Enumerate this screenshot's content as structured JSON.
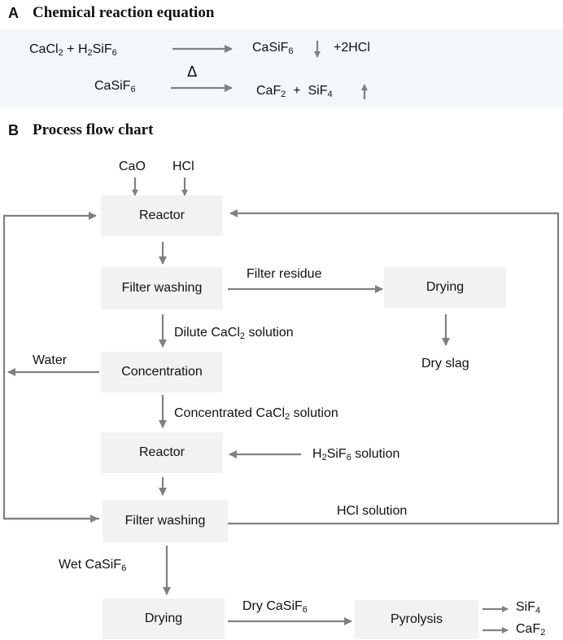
{
  "panel_a": {
    "letter": "A",
    "title": "Chemical reaction equation",
    "eq1": {
      "r1": "CaCl",
      "r1_sub": "2",
      "plus": "+",
      "r2a": "H",
      "r2a_sub": "2",
      "r2b": "SiF",
      "r2b_sub": "6",
      "p1": "CaSiF",
      "p1_sub": "6",
      "p2": "+2HCl"
    },
    "eq2": {
      "r1": "CaSiF",
      "r1_sub": "6",
      "condition": "Δ",
      "p1": "CaF",
      "p1_sub": "2",
      "plus": "+",
      "p2": "SiF",
      "p2_sub": "4"
    }
  },
  "panel_b": {
    "letter": "B",
    "title": "Process flow chart",
    "inputs": {
      "cao": "CaO",
      "hcl": "HCl"
    },
    "boxes": {
      "reactor1": "Reactor",
      "filter_washing1": "Filter washing",
      "drying1": "Drying",
      "concentration": "Concentration",
      "reactor2": "Reactor",
      "filter_washing2": "Filter washing",
      "drying2": "Drying",
      "pyrolysis": "Pyrolysis"
    },
    "labels": {
      "filter_residue": "Filter residue",
      "dry_slag": "Dry slag",
      "dilute_a": "Dilute CaCl",
      "dilute_sub": "2",
      "dilute_b": " solution",
      "water": "Water",
      "conc_a": "Concentrated CaCl",
      "conc_sub": "2",
      "conc_b": " solution",
      "h2sif6_a": "H",
      "h2sif6_sub1": "2",
      "h2sif6_b": "SiF",
      "h2sif6_sub2": "6",
      "h2sif6_c": " solution",
      "hcl_solution": "HCl solution",
      "wet_a": "Wet CaSiF",
      "wet_sub": "6",
      "dry_a": "Dry CaSiF",
      "dry_sub": "6",
      "sif4_a": "SiF",
      "sif4_sub": "4",
      "caf2_a": "CaF",
      "caf2_sub": "2"
    }
  },
  "colors": {
    "arrow": "#808080",
    "box_fill": "#f2f2f2",
    "band_fill": "#f3f7fa"
  }
}
